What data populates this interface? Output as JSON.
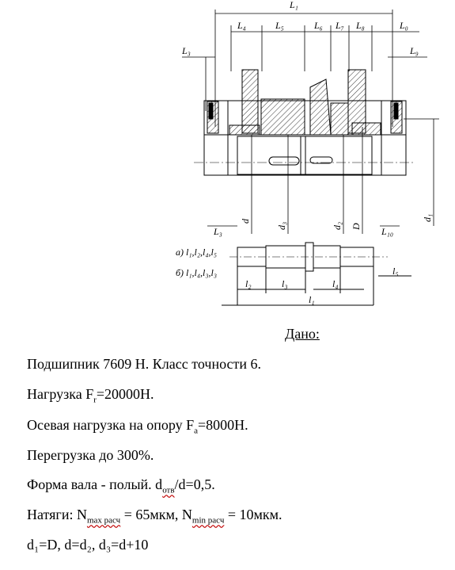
{
  "drawing": {
    "dim_top": [
      "L₁",
      "L₄",
      "L₅",
      "L₆",
      "L₇",
      "L₈",
      "L₀",
      "L₃",
      "L₉"
    ],
    "dim_bottom_left": "L₃",
    "dim_bottom_right": "L₁₀",
    "vertical_labels": [
      "d",
      "d₃",
      "d₂",
      "D",
      "d₁"
    ],
    "shaft_label_a": "а) l₁,l₂,l₄,l₅",
    "shaft_label_b": "б) l₁,l₄,l₃,l₃",
    "shaft_dims": [
      "l₂",
      "l₃",
      "l₄",
      "l₅",
      "l₁"
    ]
  },
  "given": {
    "title": "Дано:",
    "l1": "Подшипник 7609 Н. Класс точности 6.",
    "l2_pre": "Нагрузка F",
    "l2_sub": "r",
    "l2_post": "=20000Н.",
    "l3_pre": "Осевая нагрузка на опору F",
    "l3_sub": "a",
    "l3_post": "=8000Н.",
    "l4": "Перегрузка до 300%.",
    "l5_pre": "Форма вала - полый. d",
    "l5_sub": "отв",
    "l5_post": "/d=0,5.",
    "l6_pre": "Натяги: N",
    "l6_sub1": "max расч",
    "l6_mid": " = 65мкм, N",
    "l6_sub2": "min расч",
    "l6_post": " = 10мкм.",
    "l7": "d₁=D, d=d₂, d₃=d+10"
  }
}
